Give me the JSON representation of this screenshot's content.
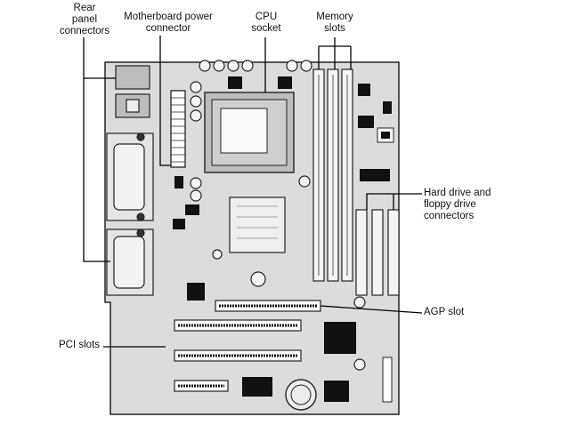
{
  "labels": {
    "rear_panel": "Rear\npanel\nconnectors",
    "mb_power": "Motherboard power\nconnector",
    "cpu_socket": "CPU\nsocket",
    "memory_slots": "Memory\nslots",
    "drive_connectors": "Hard drive and\nfloppy drive\nconnectors",
    "agp_slot": "AGP slot",
    "pci_slots": "PCI slots"
  },
  "colors": {
    "board": "#d9d9d9",
    "outline": "#222222",
    "chip": "#111111",
    "leader": "#000000"
  }
}
